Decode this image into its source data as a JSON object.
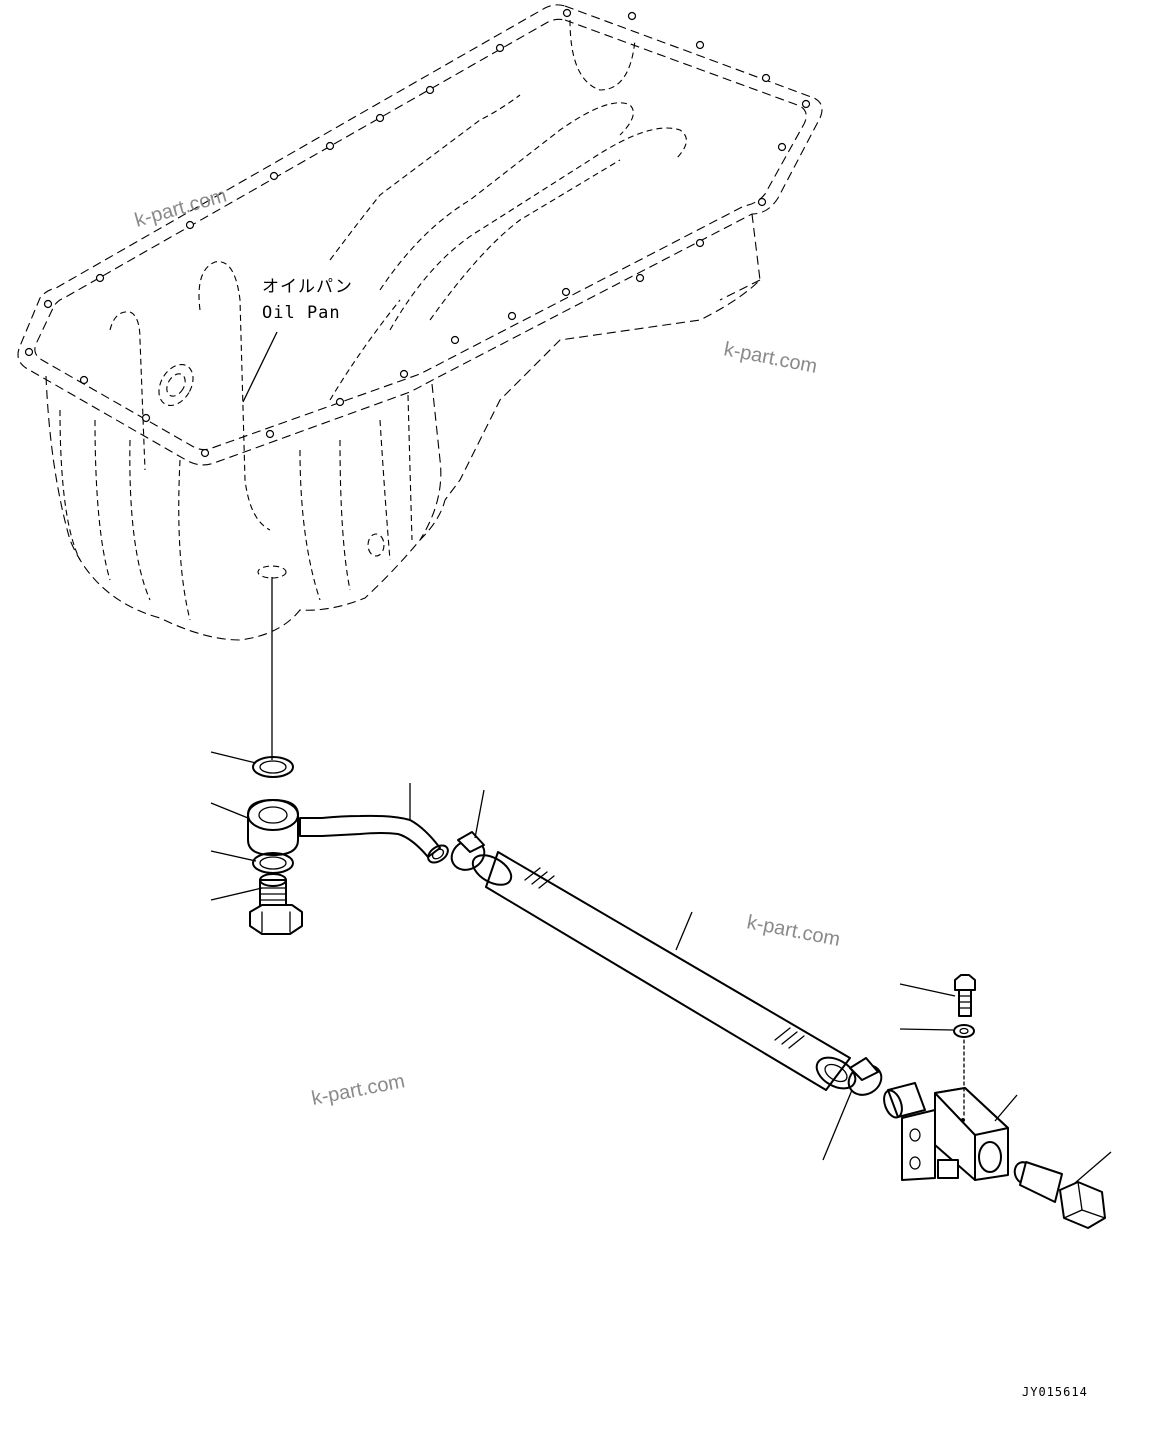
{
  "labels": {
    "oil_pan_jp": "オイルパン",
    "oil_pan_en": "Oil Pan"
  },
  "watermark": "k-part.com",
  "drawing_code": "JY015614"
}
